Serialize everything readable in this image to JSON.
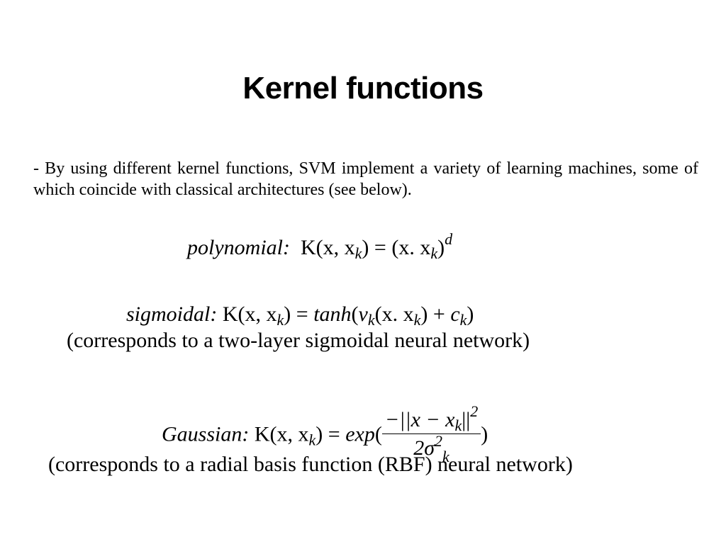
{
  "slide": {
    "title": "Kernel functions",
    "intro": "- By using different kernel functions, SVM implement a variety of learning machines, some of which coincide with classical architectures (see below)."
  },
  "formulas": {
    "polynomial": {
      "label": "polynomial:",
      "lhs": "K(x, x",
      "lhs_sub": "k",
      "lhs_close": ")",
      "equals": "=",
      "rhs_open": "(x. x",
      "rhs_sub": "k",
      "rhs_close": ")",
      "exponent": "d"
    },
    "sigmoidal": {
      "label": "sigmoidal:",
      "lhs": "K(x, x",
      "lhs_sub": "k",
      "lhs_close": ")",
      "equals": "=",
      "func": "tanh",
      "open_paren": "(",
      "v": "v",
      "v_sub": "k",
      "inner_open": "(x. x",
      "inner_sub": "k",
      "inner_close": ")",
      "plus": "+",
      "c": "c",
      "c_sub": "k",
      "close_paren": ")",
      "note": "(corresponds to a two-layer sigmoidal neural network)"
    },
    "gaussian": {
      "label": "Gaussian:",
      "lhs": "K(x, x",
      "lhs_sub": "k",
      "lhs_close": ")",
      "equals": "=",
      "func": "exp",
      "open_paren": "(",
      "numerator": "−||x − x",
      "numerator_sub": "k",
      "numerator_close": "||",
      "numerator_exp": "2",
      "denominator": "2σ",
      "denominator_exp": "2",
      "denominator_sub": "k",
      "close_paren": ")",
      "note": "(corresponds to a radial basis function (RBF) neural network)"
    }
  }
}
